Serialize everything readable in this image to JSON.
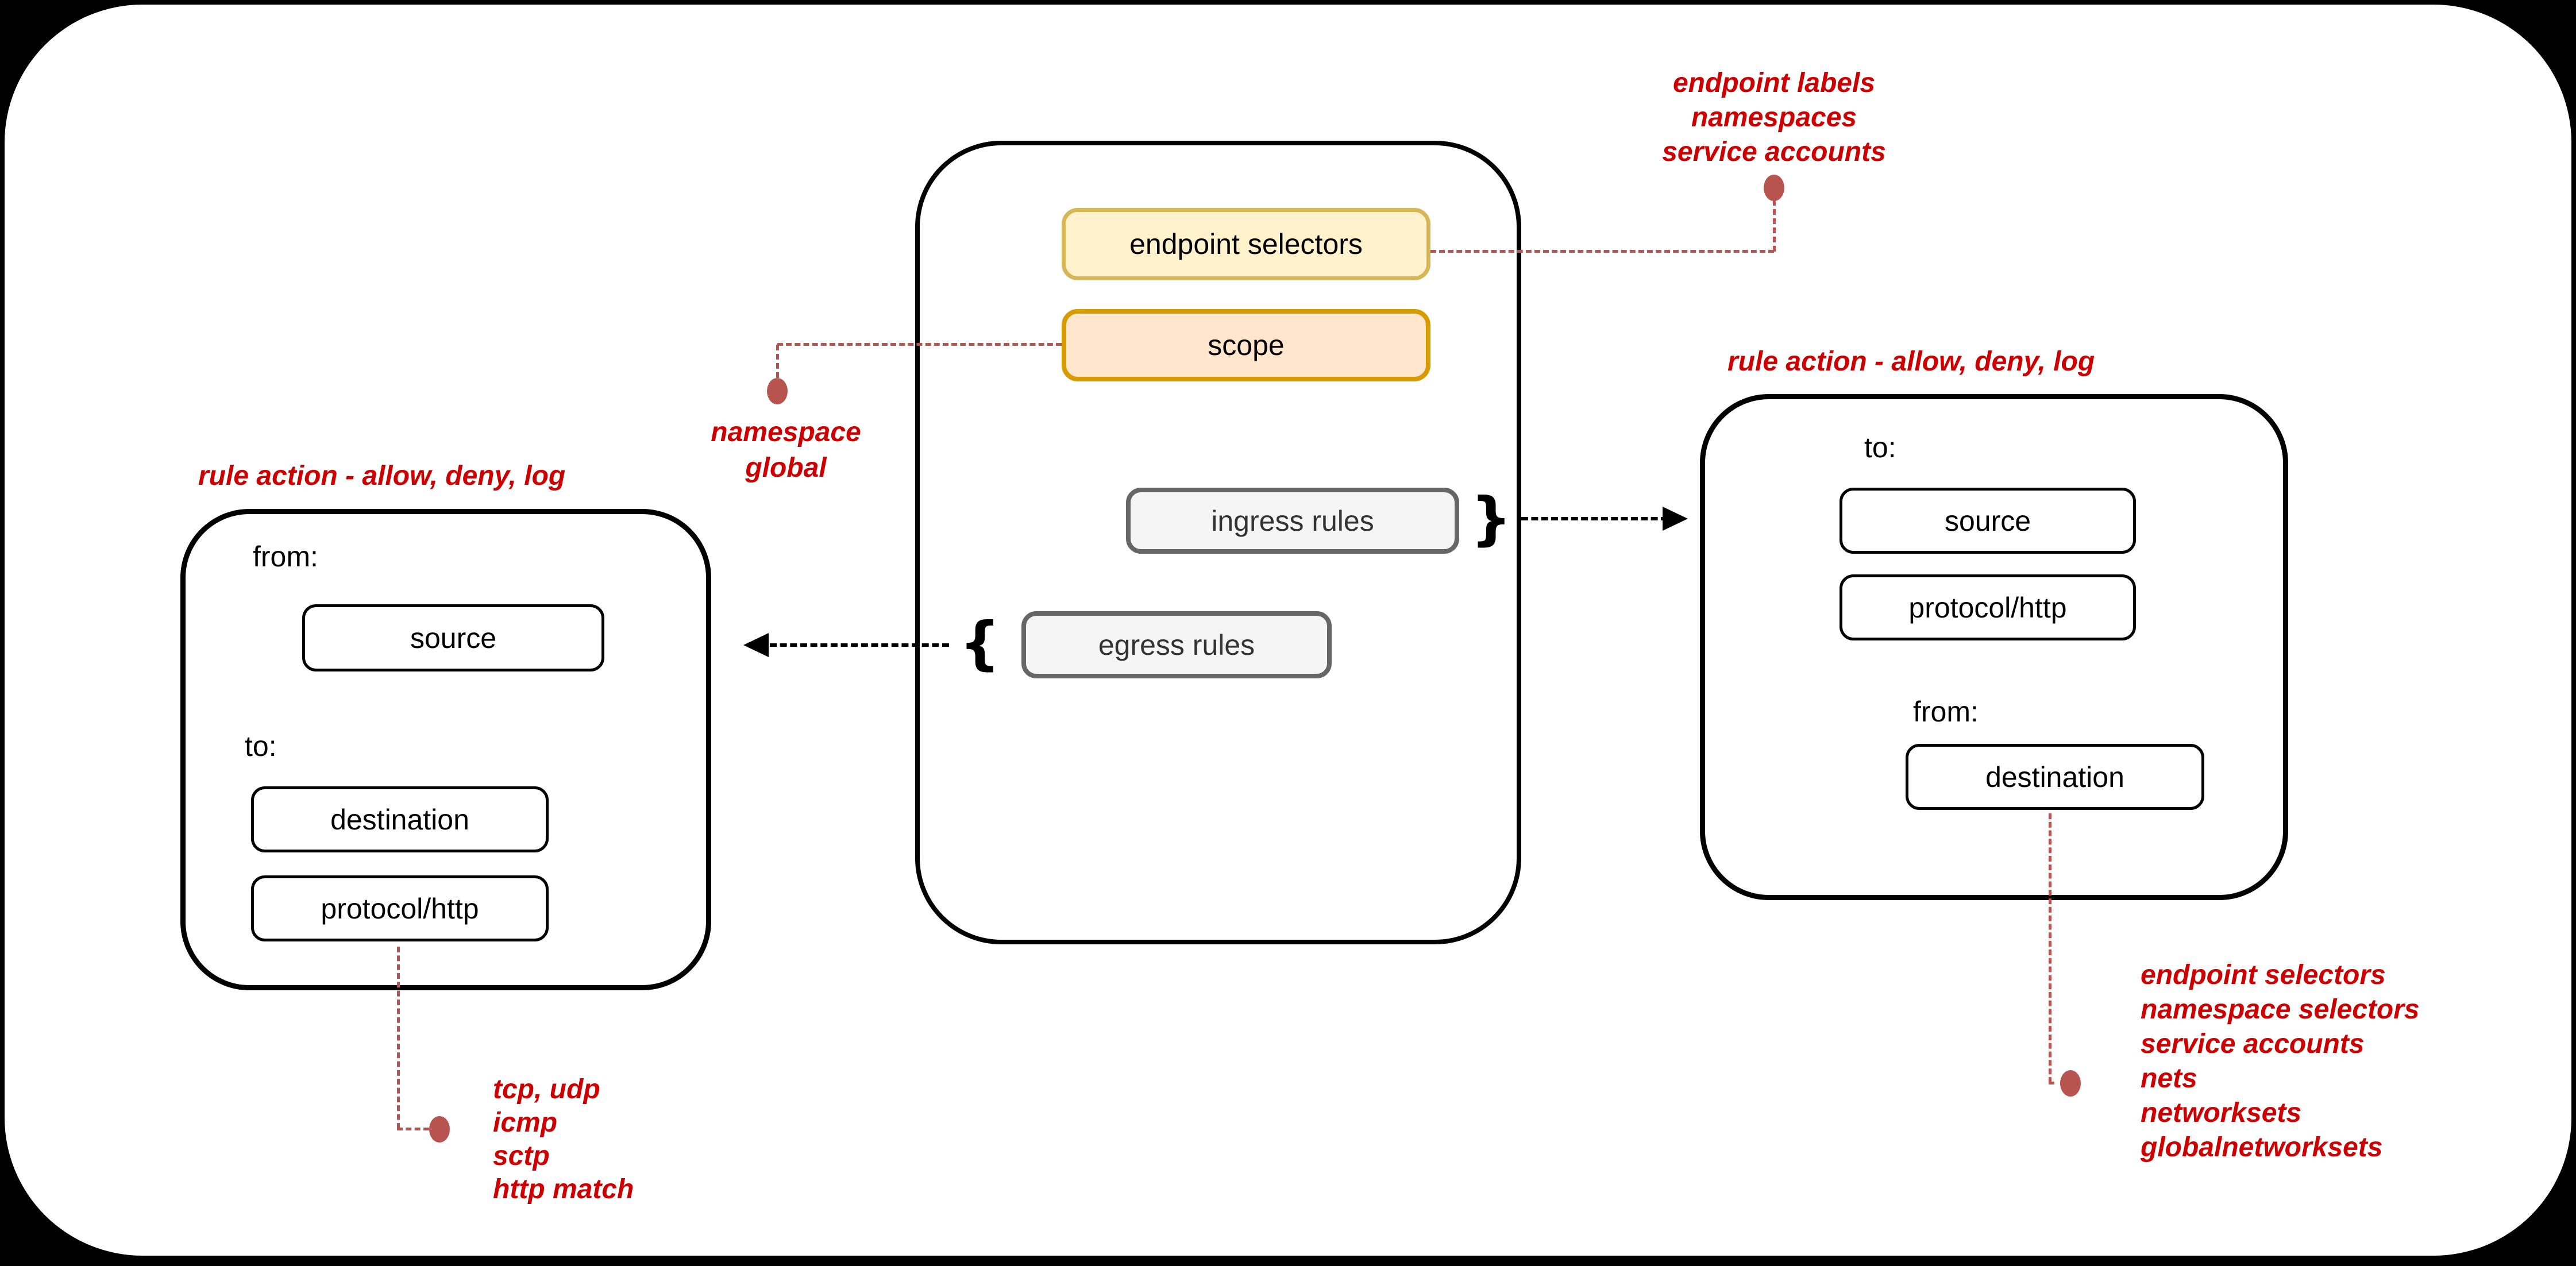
{
  "colors": {
    "background": "#000000",
    "canvas": "#ffffff",
    "red_text": "#CC0000",
    "red_connector": "#B85450",
    "yellow_fill": "#FFF2CC",
    "yellow_stroke": "#D6B656",
    "orange_fill": "#FFE6CC",
    "orange_stroke": "#D79B00",
    "gray_fill": "#F5F5F5",
    "gray_stroke": "#666666"
  },
  "policy_container": {
    "endpoint_selectors": "endpoint selectors",
    "scope": "scope",
    "ingress_rules": "ingress rules",
    "egress_rules": "egress rules",
    "brace_right": "}",
    "brace_left": "{"
  },
  "egress_rule_box": {
    "label": "rule action - allow, deny, log",
    "from_label": "from:",
    "source": "source",
    "to_label": "to:",
    "destination": "destination",
    "protocol": "protocol/http"
  },
  "ingress_rule_box": {
    "label": "rule action - allow, deny, log",
    "to_label": "to:",
    "source": "source",
    "protocol": "protocol/http",
    "from_label": "from:",
    "destination": "destination"
  },
  "annotations": {
    "endpoint_selectors_note": [
      "endpoint labels",
      "namespaces",
      "service accounts"
    ],
    "scope_note": [
      "namespace",
      "global"
    ],
    "protocol_note": [
      "tcp, udp",
      "icmp",
      "sctp",
      "http match"
    ],
    "destination_note": [
      "endpoint selectors",
      "namespace selectors",
      "service accounts",
      "nets",
      "networksets",
      "globalnetworksets"
    ]
  }
}
